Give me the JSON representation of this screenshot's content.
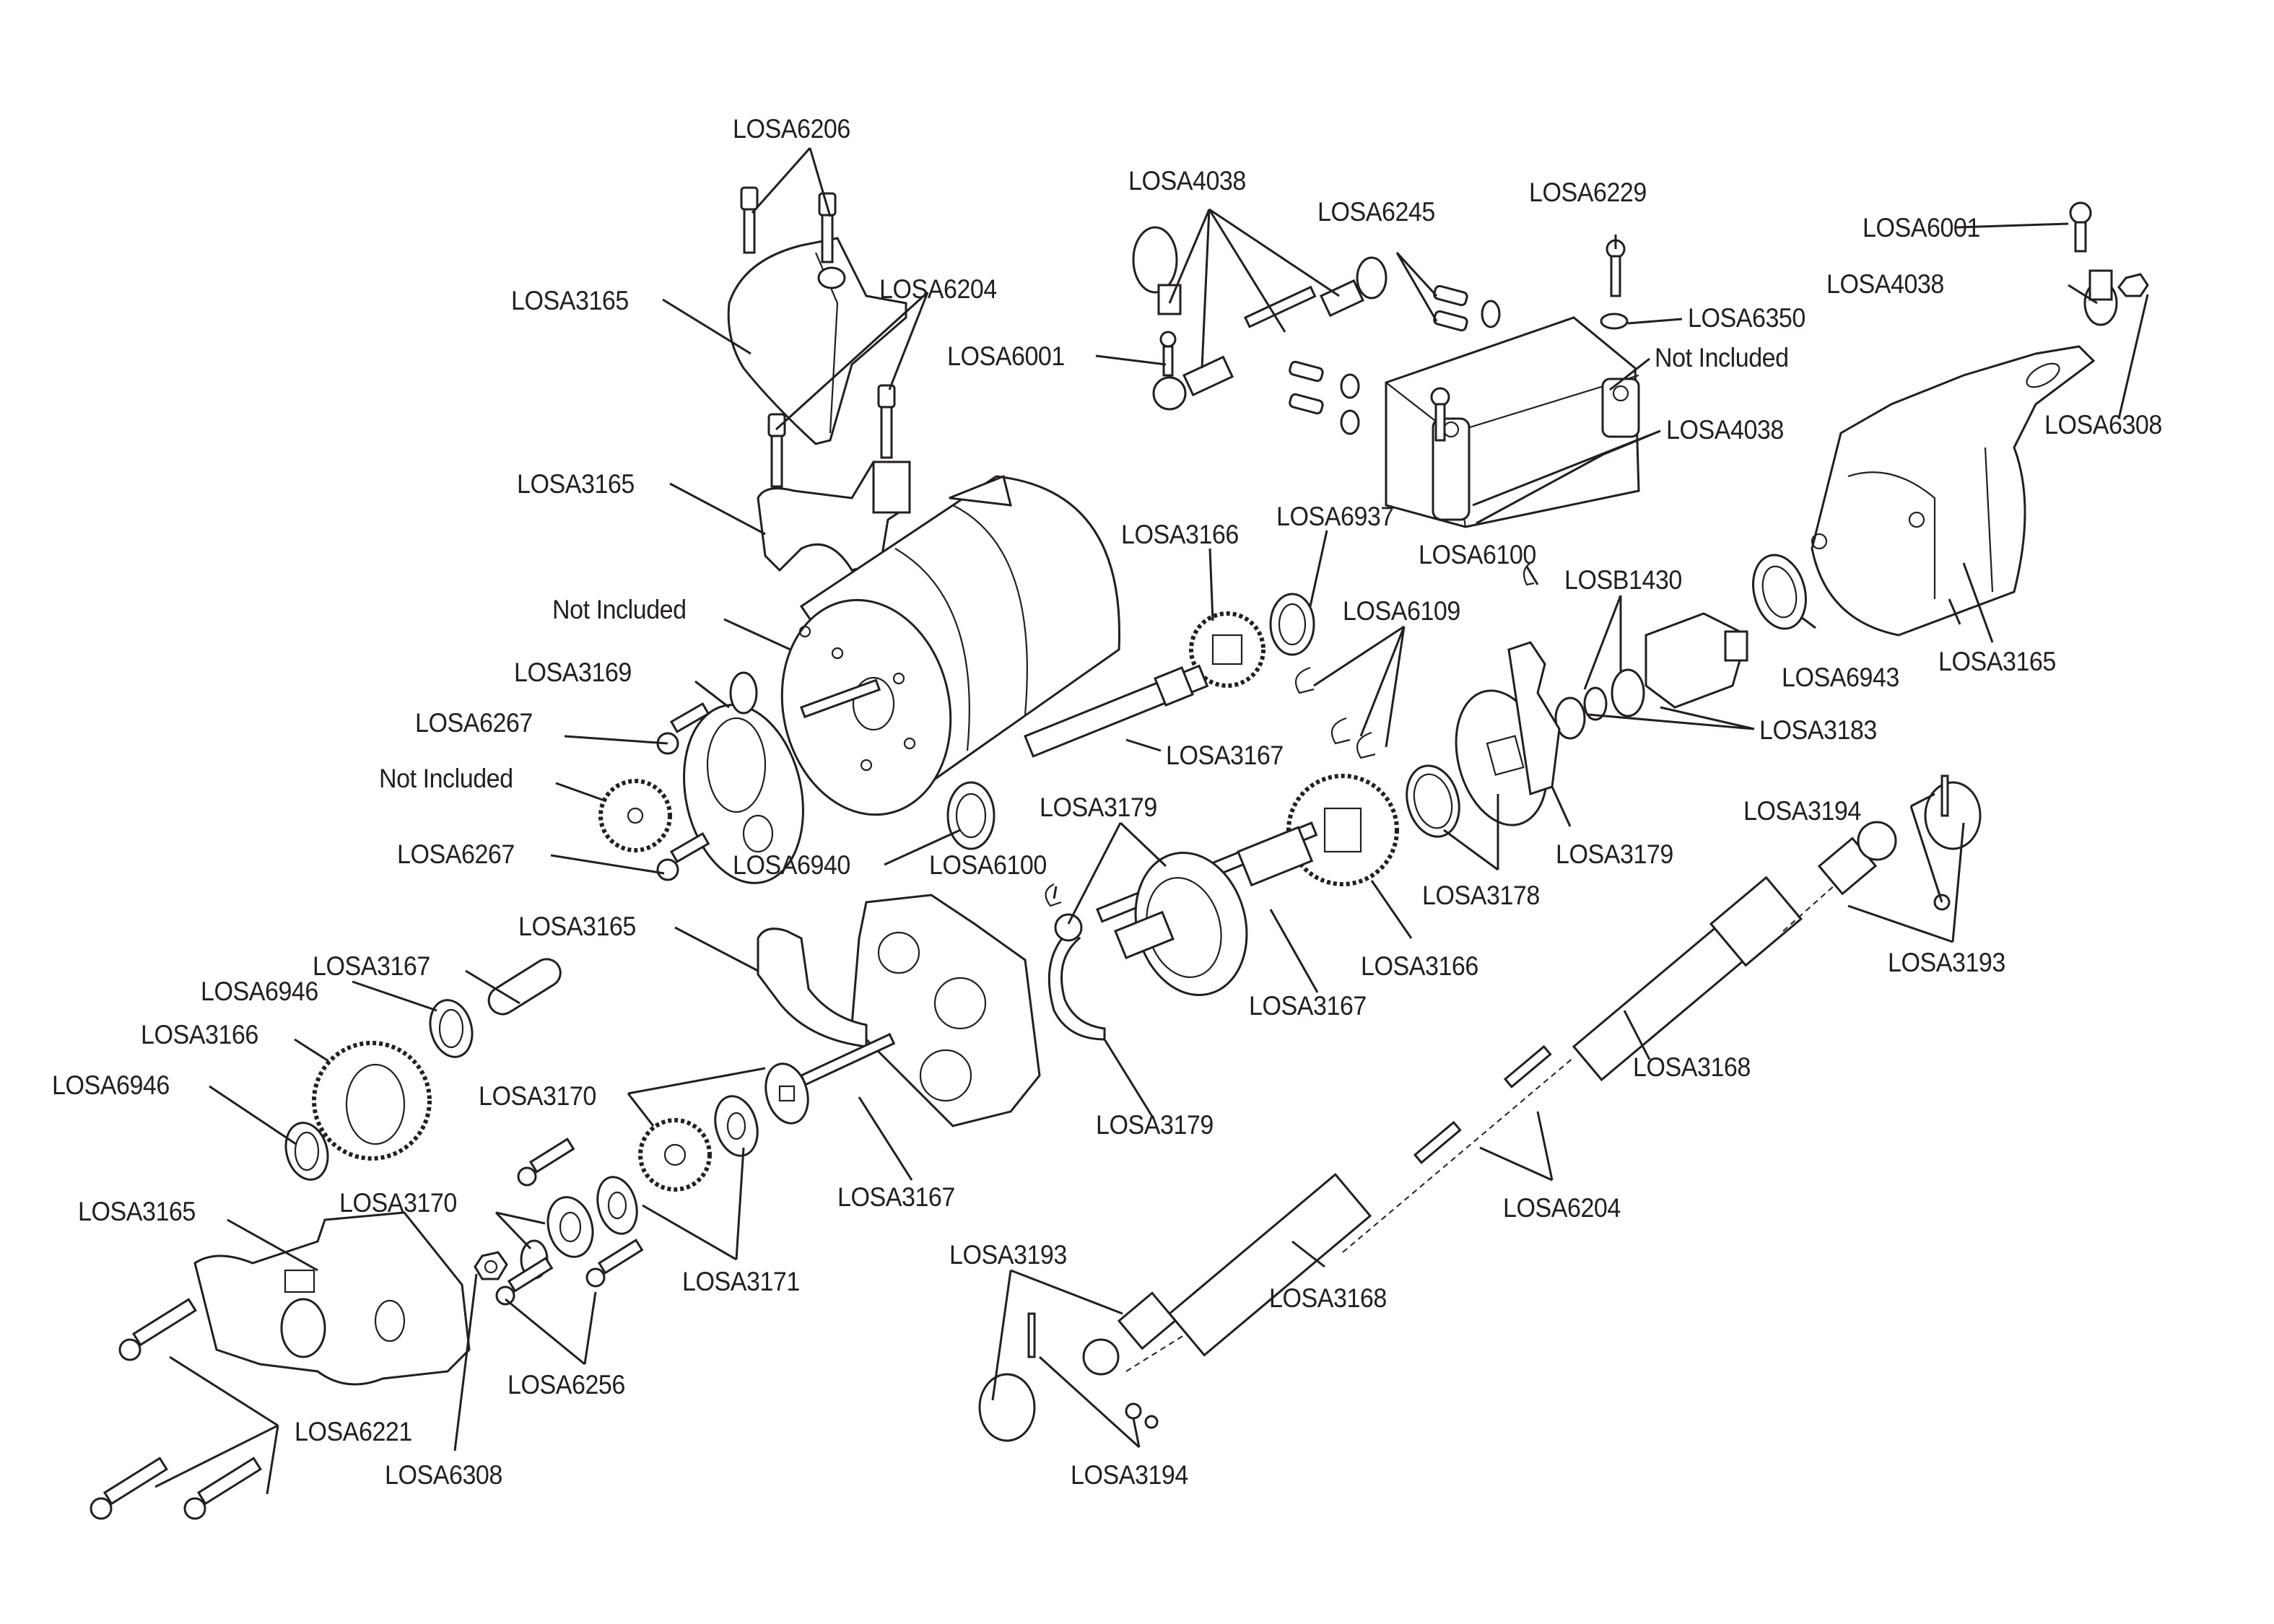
{
  "diagram": {
    "type": "exploded-parts-view",
    "subject": "transmission / motor / driveshaft assembly",
    "labels": [
      {
        "id": "l1",
        "text": "LOSA6206"
      },
      {
        "id": "l2",
        "text": "LOSA4038"
      },
      {
        "id": "l3",
        "text": "LOSA6229"
      },
      {
        "id": "l4",
        "text": "LOSA6245"
      },
      {
        "id": "l5",
        "text": "LOSA6001"
      },
      {
        "id": "l6",
        "text": "LOSA3165"
      },
      {
        "id": "l7",
        "text": "LOSA6204"
      },
      {
        "id": "l8",
        "text": "LOSA4038"
      },
      {
        "id": "l9",
        "text": "LOSA6350"
      },
      {
        "id": "l10",
        "text": "LOSA6001"
      },
      {
        "id": "l11",
        "text": "Not Included"
      },
      {
        "id": "l12",
        "text": "LOSA4038"
      },
      {
        "id": "l13",
        "text": "LOSA6308"
      },
      {
        "id": "l14",
        "text": "LOSA3165"
      },
      {
        "id": "l15",
        "text": "LOSA3166"
      },
      {
        "id": "l16",
        "text": "LOSA6937"
      },
      {
        "id": "l17",
        "text": "LOSA6100"
      },
      {
        "id": "l18",
        "text": "Not Included"
      },
      {
        "id": "l19",
        "text": "LOSB1430"
      },
      {
        "id": "l20",
        "text": "LOSA6109"
      },
      {
        "id": "l21",
        "text": "LOSA3169"
      },
      {
        "id": "l22",
        "text": "LOSA6943"
      },
      {
        "id": "l23",
        "text": "LOSA3165"
      },
      {
        "id": "l24",
        "text": "LOSA6267"
      },
      {
        "id": "l25",
        "text": "LOSA3183"
      },
      {
        "id": "l26",
        "text": "LOSA3167"
      },
      {
        "id": "l27",
        "text": "Not Included"
      },
      {
        "id": "l28",
        "text": "LOSA3179"
      },
      {
        "id": "l29",
        "text": "LOSA3194"
      },
      {
        "id": "l30",
        "text": "LOSA3179"
      },
      {
        "id": "l31",
        "text": "LOSA3178"
      },
      {
        "id": "l32",
        "text": "LOSA6267"
      },
      {
        "id": "l33",
        "text": "LOSA6940"
      },
      {
        "id": "l34",
        "text": "LOSA6100"
      },
      {
        "id": "l35",
        "text": "LOSA3165"
      },
      {
        "id": "l36",
        "text": "LOSA3193"
      },
      {
        "id": "l37",
        "text": "LOSA3167"
      },
      {
        "id": "l38",
        "text": "LOSA3166"
      },
      {
        "id": "l39",
        "text": "LOSA6946"
      },
      {
        "id": "l40",
        "text": "LOSA3167"
      },
      {
        "id": "l41",
        "text": "LOSA3166"
      },
      {
        "id": "l42",
        "text": "LOSA3168"
      },
      {
        "id": "l43",
        "text": "LOSA6946"
      },
      {
        "id": "l44",
        "text": "LOSA3170"
      },
      {
        "id": "l45",
        "text": "LOSA3179"
      },
      {
        "id": "l46",
        "text": "LOSA3167"
      },
      {
        "id": "l47",
        "text": "LOSA6204"
      },
      {
        "id": "l48",
        "text": "LOSA3165"
      },
      {
        "id": "l49",
        "text": "LOSA3170"
      },
      {
        "id": "l50",
        "text": "LOSA3171"
      },
      {
        "id": "l51",
        "text": "LOSA3193"
      },
      {
        "id": "l52",
        "text": "LOSA3168"
      },
      {
        "id": "l53",
        "text": "LOSA6256"
      },
      {
        "id": "l54",
        "text": "LOSA6221"
      },
      {
        "id": "l55",
        "text": "LOSA6308"
      },
      {
        "id": "l56",
        "text": "LOSA3194"
      }
    ]
  }
}
